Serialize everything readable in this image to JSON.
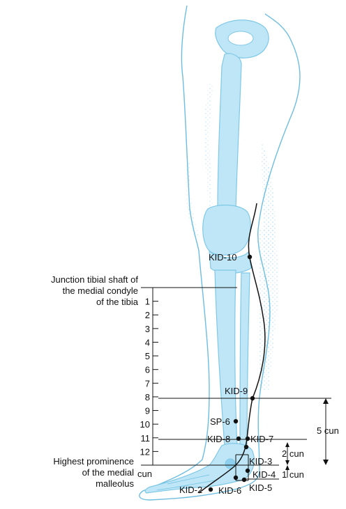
{
  "colors": {
    "bone_fill": "#bfe6f7",
    "bone_stroke": "#7fc8e6",
    "skin_stroke": "#6cbde0",
    "ink": "#111111"
  },
  "annotations": {
    "junction": [
      "Junction tibial shaft of",
      "the medial condyle",
      "of the tibia"
    ],
    "malleolus": [
      "Highest prominence",
      "of the medial",
      "malleolus"
    ]
  },
  "scale": {
    "ticks": [
      "1",
      "2",
      "3",
      "4",
      "5",
      "6",
      "7",
      "8",
      "9",
      "10",
      "11",
      "12"
    ],
    "unit": "cun"
  },
  "points": {
    "kid10": "KID-10",
    "kid9": "KID-9",
    "sp6": "SP-6",
    "kid8": "KID-8",
    "kid7": "KID-7",
    "kid3": "KID-3",
    "kid4": "KID-4",
    "kid5": "KID-5",
    "kid6": "KID-6",
    "kid2": "KID-2"
  },
  "measures": {
    "five": "5 cun",
    "two": "2 cun",
    "one": "1 cun"
  }
}
